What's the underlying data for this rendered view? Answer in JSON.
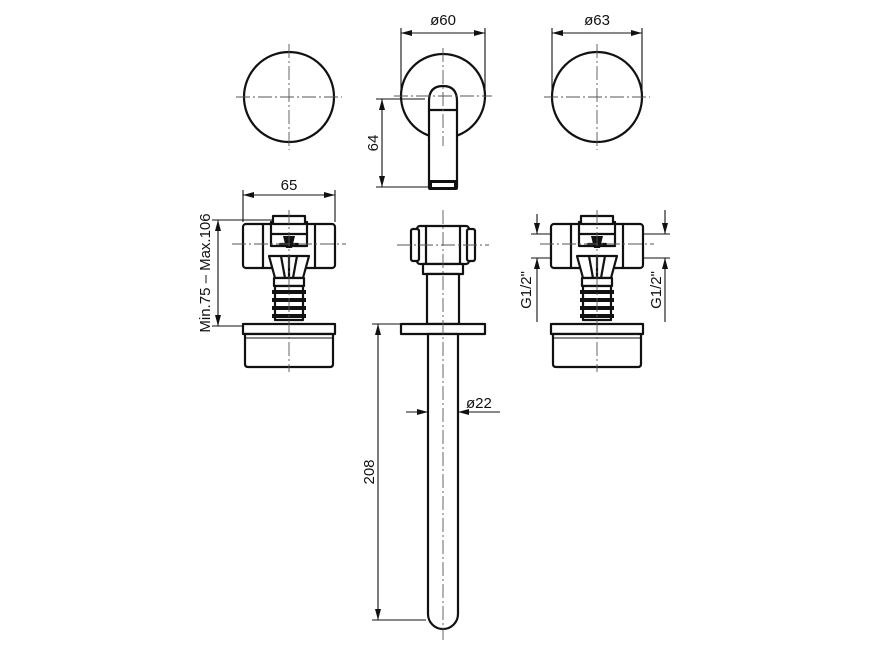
{
  "labels": {
    "dia_spout_flange": "ø60",
    "dia_handle_rosette": "ø63",
    "spout_height": "64",
    "valve_width": "65",
    "install_depth": "Min.75  –  Max.106",
    "dia_spout_pipe": "ø22",
    "spout_length": "208",
    "thread_left": "G1/2\"",
    "thread_right": "G1/2\""
  }
}
